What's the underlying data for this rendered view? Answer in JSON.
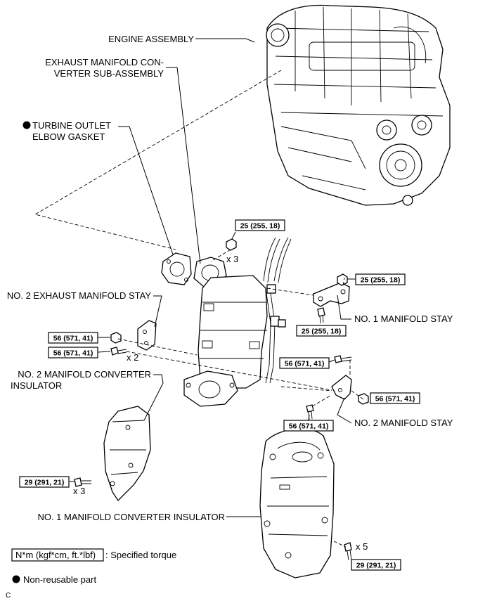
{
  "parts": {
    "engine_assembly": "ENGINE ASSEMBLY",
    "exhaust_manifold_line1": "EXHAUST MANIFOLD CON-",
    "exhaust_manifold_line2": "VERTER SUB-ASSEMBLY",
    "turbine_gasket_line1": "TURBINE OUTLET",
    "turbine_gasket_line2": "ELBOW GASKET",
    "no2_exhaust_stay": "NO. 2 EXHAUST MANIFOLD STAY",
    "no1_manifold_stay": "NO. 1 MANIFOLD STAY",
    "no2_converter_insulator_line1": "NO. 2 MANIFOLD CONVERTER",
    "no2_converter_insulator_line2": "INSULATOR",
    "no2_manifold_stay": "NO. 2 MANIFOLD STAY",
    "no1_converter_insulator": "NO. 1 MANIFOLD CONVERTER INSULATOR"
  },
  "torques": {
    "t_25_top": "25 (255, 18)",
    "t_25_stay_nut": "25 (255, 18)",
    "t_25_stay_bolt": "25 (255, 18)",
    "t_56_left_nut": "56 (571, 41)",
    "t_56_left_bolt": "56 (571, 41)",
    "t_56_right_top": "56 (571, 41)",
    "t_56_right_nut": "56 (571, 41)",
    "t_56_right_bottom": "56 (571, 41)",
    "t_29_left": "29 (291, 21)",
    "t_29_right": "29 (291, 21)"
  },
  "quantities": {
    "q_x3_top": "x 3",
    "q_x2": "x 2",
    "q_x3_left": "x 3",
    "q_x5": "x 5"
  },
  "legend": {
    "torque_unit": "N*m (kgf*cm, ft.*lbf)",
    "torque_text": ": Specified torque",
    "nonreusable_text": "Non-reusable part"
  },
  "footer_code": "C"
}
